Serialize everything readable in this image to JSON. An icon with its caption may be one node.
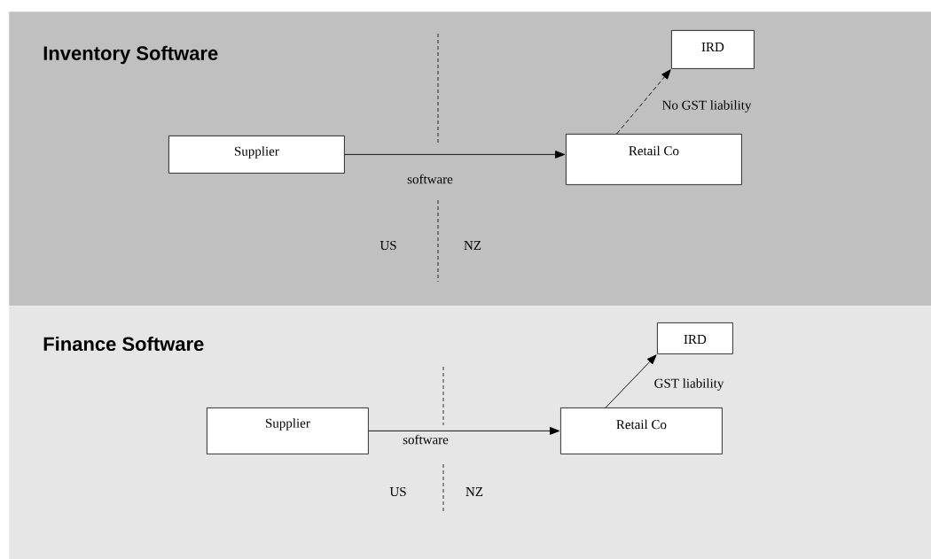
{
  "diagram": {
    "nodes": [
      {
        "text": [
          "Inventory Software"
        ]
      },
      {
        "text": [
          "Supplier"
        ],
        "in": 0
      },
      {
        "text": [
          "Retail Co"
        ],
        "in": 0
      },
      {
        "text": [
          "IRD"
        ],
        "in": 0
      },
      {
        "text": [
          "Finance Software"
        ]
      },
      {
        "text": [
          "Supplier"
        ],
        "in": 4
      },
      {
        "text": [
          "Retail Co"
        ],
        "in": 4
      },
      {
        "text": [
          "IRD"
        ],
        "in": 4
      }
    ],
    "edges": [
      {
        "from": 1,
        "to": 2,
        "arrow": "to",
        "label": "software"
      },
      {
        "from": 2,
        "to": 3,
        "arrow": "to",
        "label": "No GST liability",
        "style": "dashed"
      },
      {
        "from": 5,
        "to": 6,
        "arrow": "to",
        "label": "software"
      },
      {
        "from": 6,
        "to": 7,
        "arrow": "to",
        "label": "GST liability"
      }
    ],
    "labels": [
      "US",
      "NZ",
      "US",
      "NZ"
    ]
  }
}
